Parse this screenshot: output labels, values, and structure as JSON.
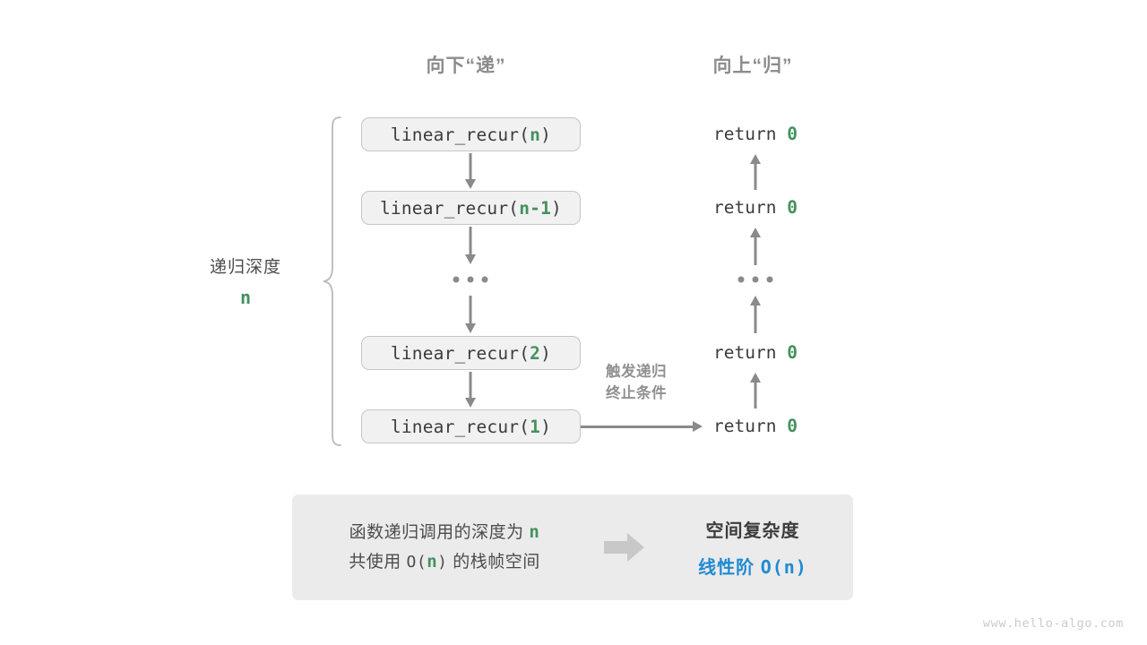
{
  "headers": {
    "down": "向下“递”",
    "up": "向上“归”"
  },
  "depth_label": {
    "text": "递归深度",
    "variable": "n"
  },
  "call_stack": [
    {
      "prefix": "linear_recur(",
      "arg": "n",
      "suffix": ")"
    },
    {
      "prefix": "linear_recur(",
      "arg": "n-1",
      "suffix": ")"
    },
    {
      "prefix": "linear_recur(",
      "arg": "2",
      "suffix": ")"
    },
    {
      "prefix": "linear_recur(",
      "arg": "1",
      "suffix": ")"
    }
  ],
  "returns": [
    {
      "keyword": "return",
      "value": "0"
    },
    {
      "keyword": "return",
      "value": "0"
    },
    {
      "keyword": "return",
      "value": "0"
    },
    {
      "keyword": "return",
      "value": "0"
    }
  ],
  "ellipsis": "· · ·",
  "trigger_note": {
    "line1": "触发递归",
    "line2": "终止条件"
  },
  "summary": {
    "left_line1_a": "函数递归调用的深度为",
    "left_line1_var": "n",
    "left_line2_a": "共使用",
    "left_line2_mono_a": "O(",
    "left_line2_var": "n",
    "left_line2_mono_b": ")",
    "left_line2_b": "的栈帧空间",
    "arrow_icon": "block-right-arrow",
    "right_title": "空间复杂度",
    "right_value_cn": "线性阶",
    "right_value_mono": "O(n)"
  },
  "watermark": "www.hello-algo.com",
  "colors": {
    "accent_green": "#44915e",
    "accent_blue": "#1f8ad2",
    "arrow_gray": "#8a8a8a",
    "box_fill": "#f1f1f1",
    "box_border": "#c6c6c6",
    "panel_fill": "#ebebeb",
    "header_gray": "#8c8c8c",
    "watermark_gray": "#cbcbcb"
  }
}
